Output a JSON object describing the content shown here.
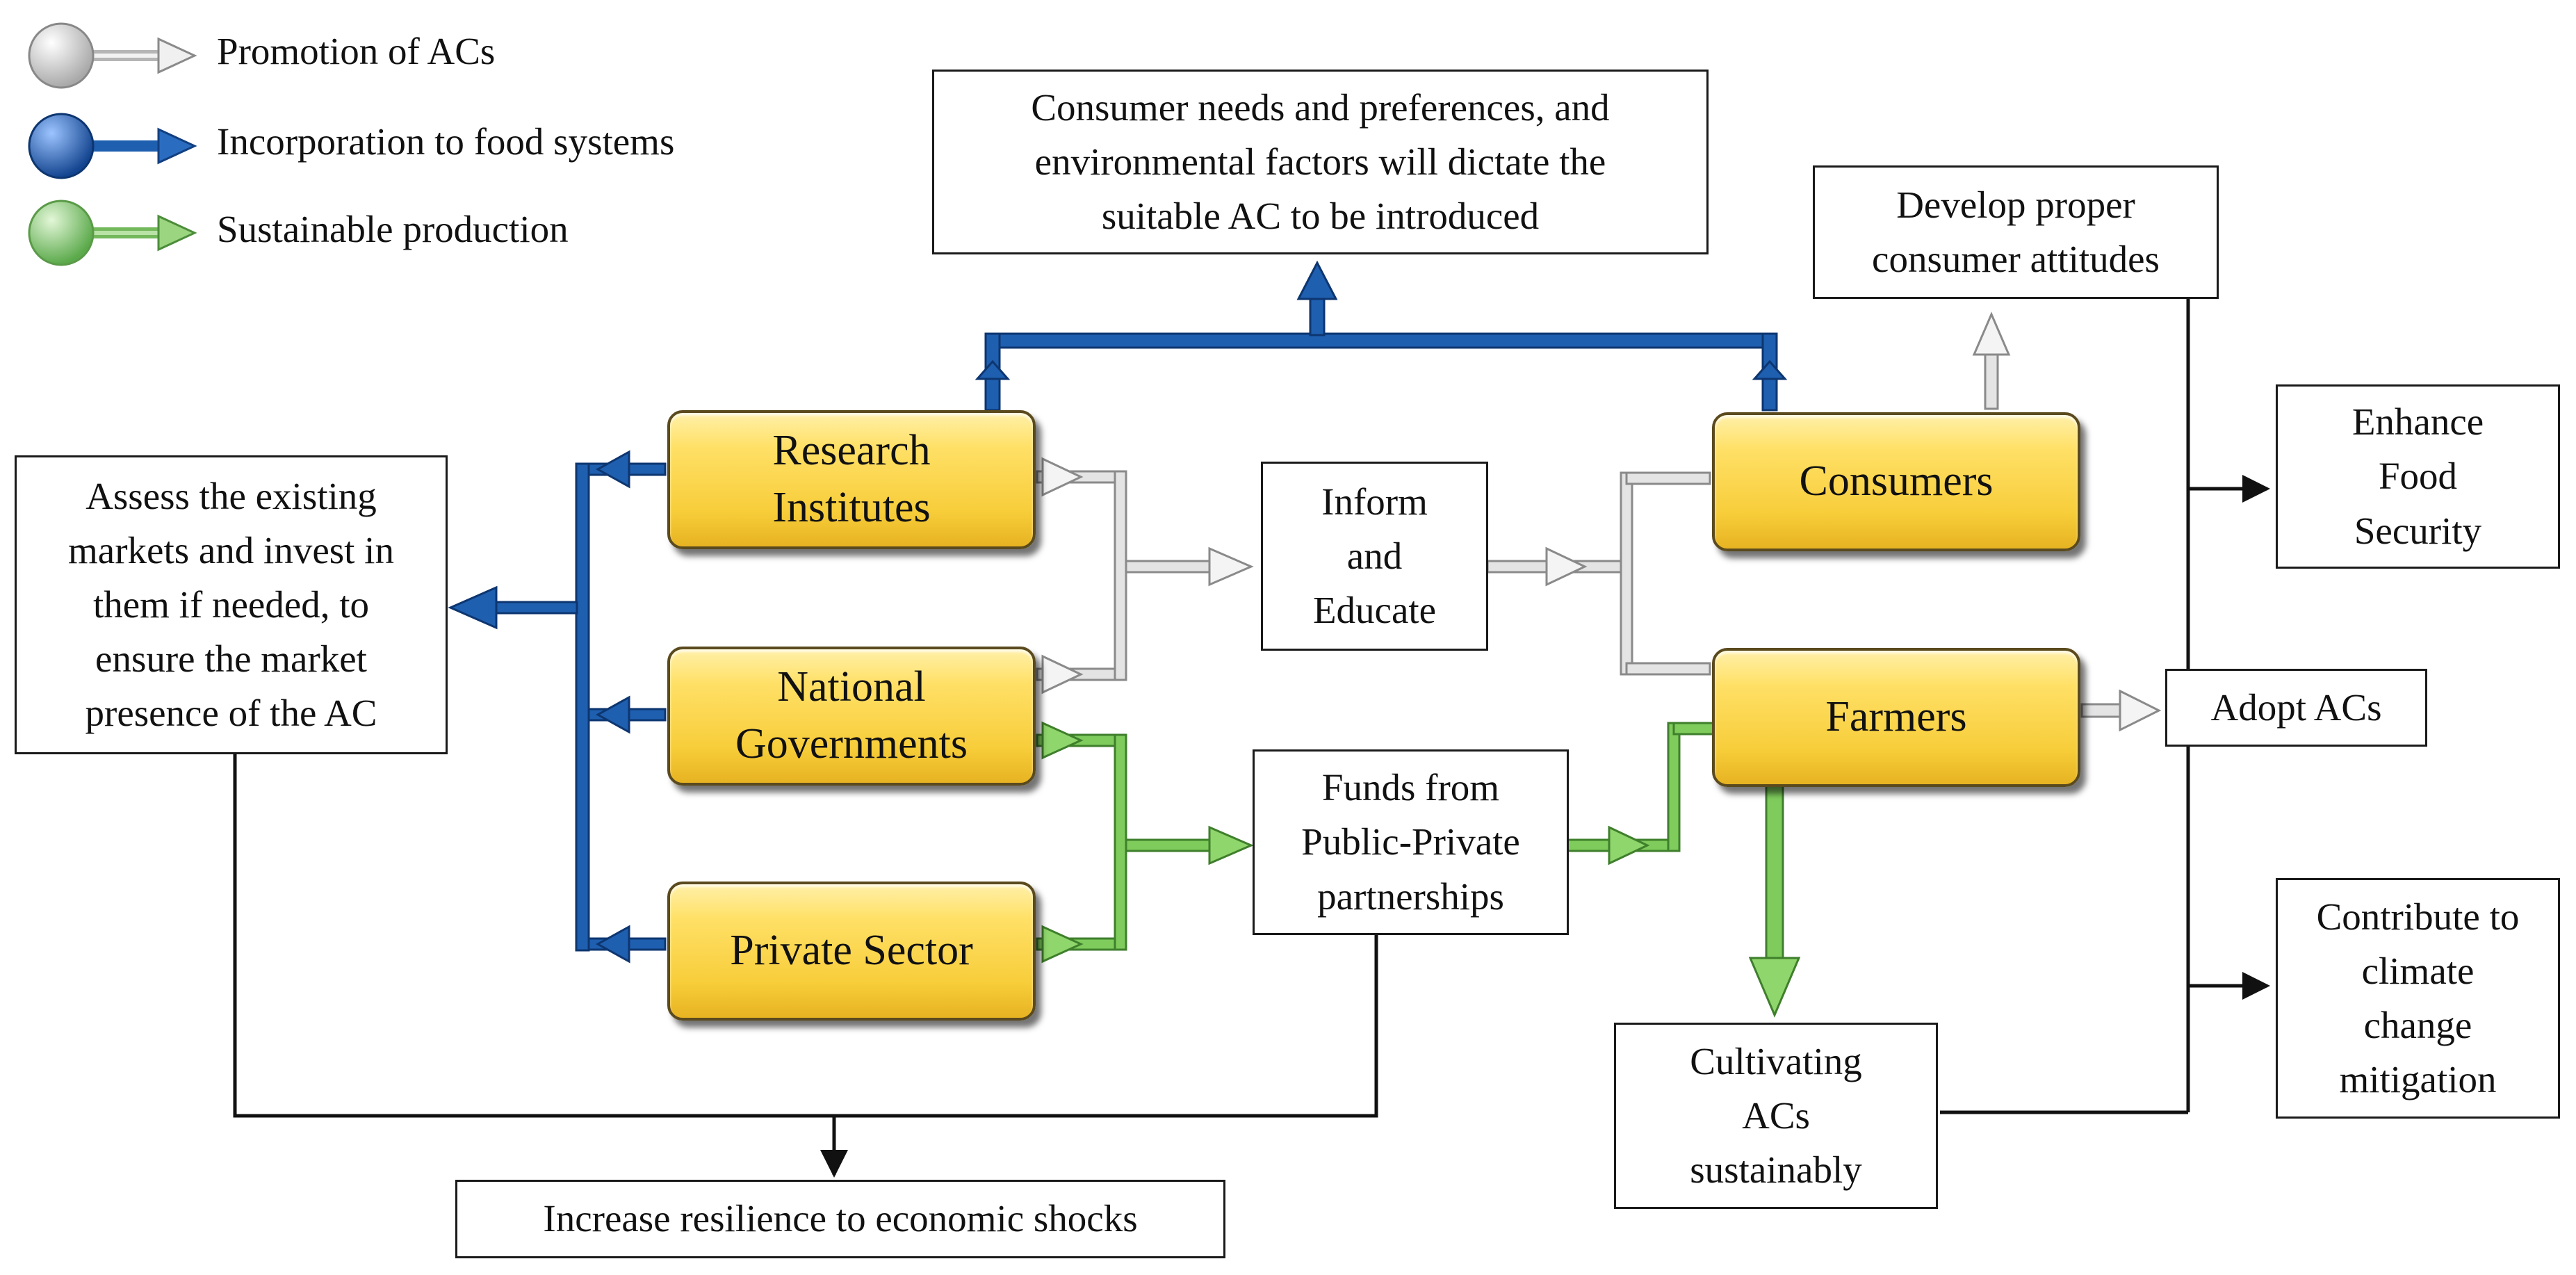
{
  "legend": [
    {
      "label": "Promotion of ACs",
      "color": "#c8c8c8"
    },
    {
      "label": "Incorporation to food systems",
      "color": "#1f5fb0"
    },
    {
      "label": "Sustainable production",
      "color": "#62c043"
    }
  ],
  "actors": {
    "research_institutes": "Research\nInstitutes",
    "national_governments": "National\nGovernments",
    "private_sector": "Private Sector",
    "consumers": "Consumers",
    "farmers": "Farmers"
  },
  "boxes": {
    "consumer_needs": "Consumer needs and preferences, and\nenvironmental factors will dictate the\nsuitable AC to be introduced",
    "develop_attitudes": "Develop proper\nconsumer attitudes",
    "assess_markets": "Assess the existing\nmarkets and invest in\nthem if needed, to\nensure the market\npresence of the AC",
    "inform_educate": "Inform\nand\nEducate",
    "funds": "Funds from\nPublic-Private\npartnerships",
    "enhance_food": "Enhance\nFood\nSecurity",
    "adopt_acs": "Adopt ACs",
    "climate": "Contribute to\nclimate\nchange\nmitigation",
    "cultivating": "Cultivating\nACs\nsustainably",
    "resilience": "Increase resilience to economic shocks"
  },
  "colors": {
    "promotion": "#c8c8c8",
    "incorporation": "#1f5fb0",
    "sustainable": "#62c043",
    "actor_fill": "#ffd84a",
    "line": "#111111"
  }
}
